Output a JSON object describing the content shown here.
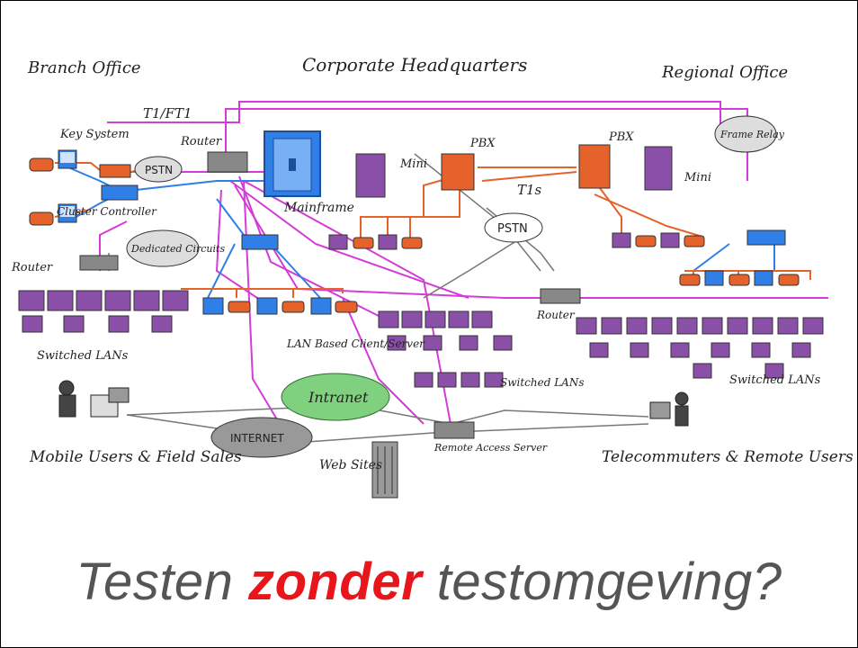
{
  "diagram": {
    "headers": {
      "branch": "Branch Office",
      "corporate": "Corporate Headquarters",
      "regional": "Regional Office"
    },
    "labels": {
      "t1": "T1/FT1",
      "key_system": "Key System",
      "router_hq": "Router",
      "pbx_hq": "PBX",
      "pbx_reg": "PBX",
      "mini_hq": "Mini",
      "mini_reg": "Mini",
      "mainframe": "Mainframe",
      "t1s": "T1s",
      "cluster": "Cluster Controller",
      "router_branch": "Router",
      "router_mid": "Router",
      "lan_server": "LAN Based Client/Server",
      "switched_branch": "Switched LANs",
      "switched_mid": "Switched LANs",
      "switched_reg": "Switched LANs",
      "mobile": "Mobile Users & Field Sales",
      "telecommuters": "Telecommuters & Remote Users",
      "web_sites": "Web Sites",
      "ras": "Remote Access Server"
    },
    "clouds": {
      "pstn_branch": "PSTN",
      "dedicated": "Dedicated Circuits",
      "pstn_center": "PSTN",
      "frame_relay": "Frame Relay",
      "intranet": "Intranet",
      "internet": "INTERNET"
    },
    "colors": {
      "magenta": "#d43bd8",
      "blue": "#2f7fe6",
      "orange": "#e5622a",
      "purple": "#8a4fa6",
      "gray": "#777777"
    }
  },
  "caption": {
    "before": "Testen ",
    "emphasis": "zonder",
    "after": " testomgeving?",
    "emphasis_color": "#e8151b"
  }
}
